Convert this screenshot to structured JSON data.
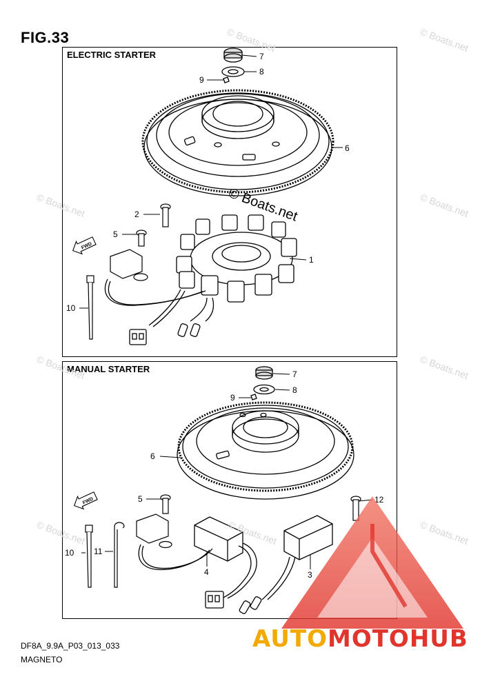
{
  "figure": {
    "title": "FIG.33",
    "code": "DF8A_9.9A_P03_013_033",
    "name": "MAGNETO"
  },
  "panels": {
    "electric": {
      "label": "ELECTRIC STARTER",
      "callouts": {
        "c7": "7",
        "c8": "8",
        "c9": "9",
        "c6": "6",
        "c2": "2",
        "c5": "5",
        "c1": "1",
        "c10": "10"
      },
      "fwd": "FWD"
    },
    "manual": {
      "label": "MANUAL STARTER",
      "callouts": {
        "c7": "7",
        "c8": "8",
        "c9": "9",
        "c6": "6",
        "c5": "5",
        "c12": "12",
        "c10": "10",
        "c11": "11",
        "c4": "4",
        "c3": "3"
      },
      "fwd": "FWD"
    }
  },
  "watermarks": {
    "small": "© Boats.net",
    "main": "© Boats.net"
  },
  "brand": {
    "part1": "AUTO",
    "part2": "MOTO",
    "part3": "HUB",
    "colors": {
      "auto": "#f2a900",
      "moto": "#e0342c",
      "hub": "#e0342c",
      "triangle": "#e64a3c"
    }
  }
}
